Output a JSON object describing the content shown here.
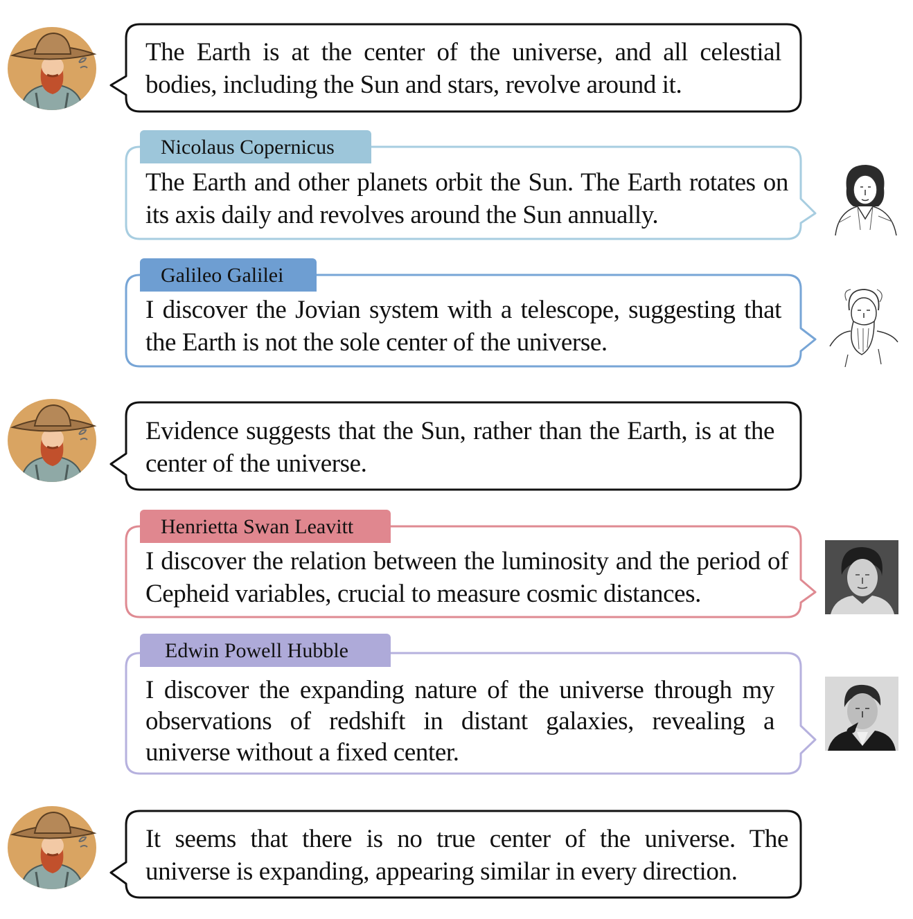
{
  "conversation": [
    {
      "speaker": "user",
      "text": "The Earth is at the center of the universe, and all celestial bodies, including the Sun and stars, revolve around it."
    },
    {
      "speaker": "scientist",
      "name": "Nicolaus Copernicus",
      "color": "#9dc6da",
      "text": "The Earth and other planets orbit the Sun. The Earth rotates on its axis daily and revolves around the Sun annually."
    },
    {
      "speaker": "scientist",
      "name": "Galileo Galilei",
      "color": "#6e9ed2",
      "text": "I discover the Jovian system with a telescope, suggesting that the Earth is not the sole center of the universe."
    },
    {
      "speaker": "user",
      "text": "Evidence suggests that the Sun, rather than the Earth, is at the center of the universe."
    },
    {
      "speaker": "scientist",
      "name": "Henrietta Swan Leavitt",
      "color": "#e0878f",
      "text": "I discover the relation between the luminosity and the period of Cepheid variables, crucial to measure cosmic distances."
    },
    {
      "speaker": "scientist",
      "name": "Edwin Powell Hubble",
      "color": "#aeaad9",
      "text": "I discover the expanding nature of the universe through my observations of redshift in distant galaxies, revealing a universe without a fixed center."
    },
    {
      "speaker": "user",
      "text": "It seems that there is no true center of the universe. The universe is expanding, appearing similar in every direction."
    }
  ],
  "colors": {
    "user_border": "#111111",
    "copernicus_border": "#a7cde0",
    "galileo_border": "#77a5d6",
    "leavitt_border": "#df8a92",
    "hubble_border": "#b6b1de"
  },
  "icons": {
    "user_avatar": "farmer-avatar-icon",
    "copernicus": "copernicus-sketch-icon",
    "galileo": "galileo-sketch-icon",
    "leavitt": "leavitt-portrait-photo",
    "hubble": "hubble-portrait-photo"
  }
}
